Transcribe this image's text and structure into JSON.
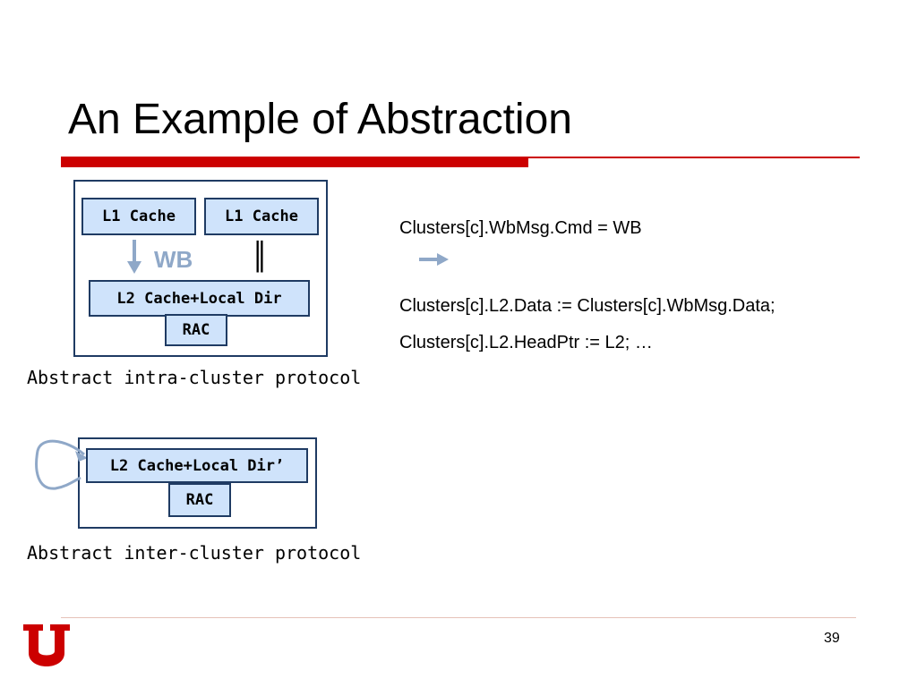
{
  "slide": {
    "title": "An Example of Abstraction",
    "page_number": "39",
    "accent_color": "#cc0000",
    "box_fill": "#cfe3fb",
    "box_border": "#1f3b63",
    "arrow_color": "#8fa8c8"
  },
  "intra_cluster": {
    "l1_left": "L1 Cache",
    "l1_right": "L1 Cache",
    "wb_label": "WB",
    "parallel_mark": "║",
    "l2": "L2 Cache+Local Dir",
    "rac": "RAC",
    "caption": "Abstract intra-cluster protocol"
  },
  "inter_cluster": {
    "l2": "L2 Cache+Local Dir’",
    "rac": "RAC",
    "caption": "Abstract inter-cluster protocol"
  },
  "code": {
    "guard": "Clusters[c].WbMsg.Cmd = WB",
    "action_line1": "Clusters[c].L2.Data := Clusters[c].WbMsg.Data;",
    "action_line2": "Clusters[c].L2.HeadPtr := L2;  …"
  },
  "logo": {
    "icon": "university-of-utah-block-u-icon",
    "text": "U"
  }
}
